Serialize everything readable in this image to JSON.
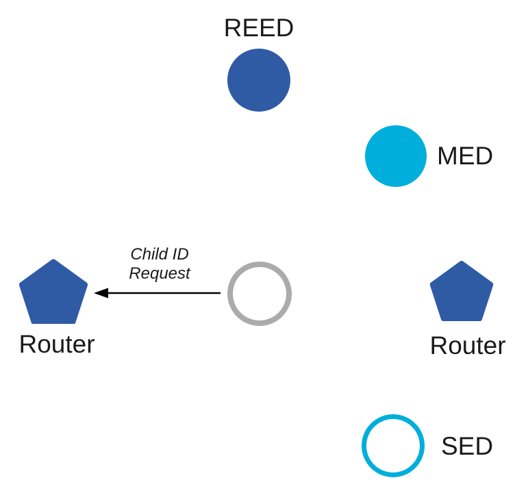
{
  "diagram": {
    "title": "",
    "background": "#ffffff",
    "colors": {
      "router_blue": "#2F5BA5",
      "device_cyan": "#00AEDB",
      "joiner_gray": "#ABABAB",
      "arrow_black": "#000000",
      "label_text": "#1a1a1a"
    },
    "nodes": [
      {
        "id": "reed",
        "label": "REED",
        "shape": "circle",
        "style": "filled",
        "fill": "#2F5BA5",
        "label_position": "top"
      },
      {
        "id": "med",
        "label": "MED",
        "shape": "circle",
        "style": "filled",
        "fill": "#00AEDB",
        "label_position": "right"
      },
      {
        "id": "router-left",
        "label": "Router",
        "shape": "pentagon",
        "style": "filled",
        "fill": "#2F5BA5",
        "label_position": "bottom"
      },
      {
        "id": "joiner",
        "label": "",
        "shape": "circle-outline",
        "style": "outline",
        "stroke": "#ABABAB",
        "label_position": "none"
      },
      {
        "id": "router-right",
        "label": "Router",
        "shape": "pentagon",
        "style": "filled",
        "fill": "#2F5BA5",
        "label_position": "bottom"
      },
      {
        "id": "sed",
        "label": "SED",
        "shape": "circle-outline",
        "style": "outline",
        "stroke": "#00AEDB",
        "label_position": "right"
      }
    ],
    "message": {
      "line1": "Child ID",
      "line2": "Request",
      "from": "joiner",
      "to": "router-left",
      "arrow_direction": "left"
    }
  }
}
